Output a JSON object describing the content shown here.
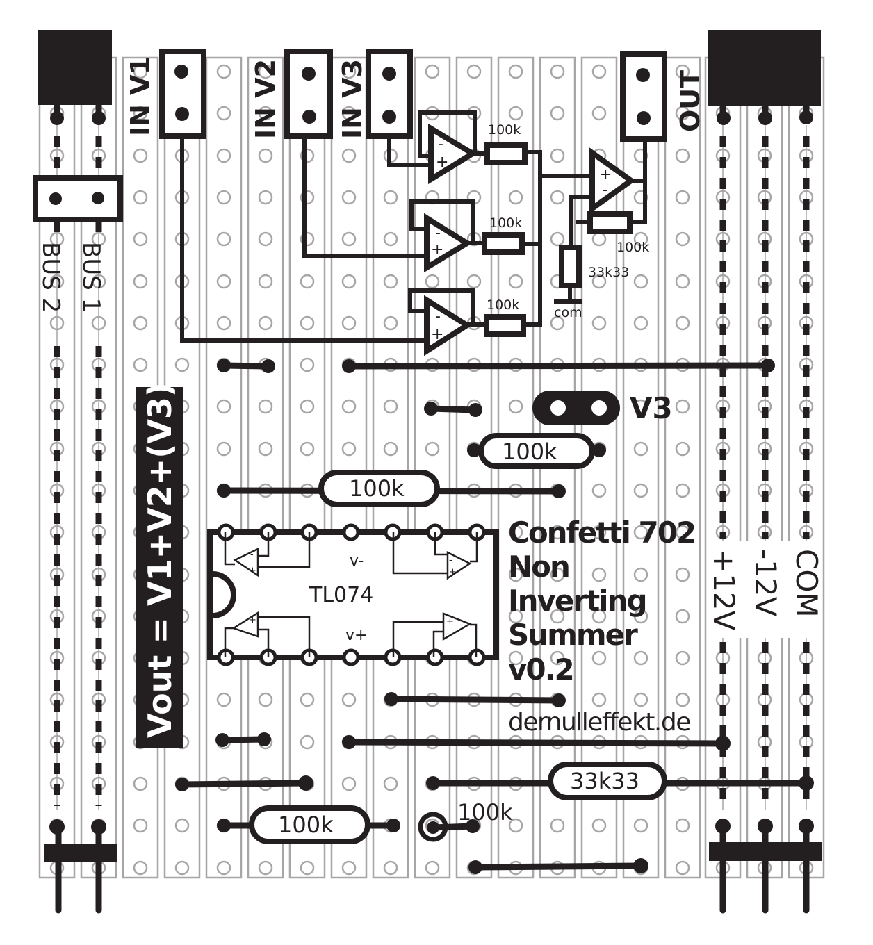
{
  "title": {
    "line1": "Confetti 702",
    "line2": "Non",
    "line3": "Inverting",
    "line4": "Summer",
    "line5": "v0.2"
  },
  "website": "dernulleffekt.de",
  "formula": "Vout = V1+V2+(V3)",
  "connectors": {
    "in_v1": "IN V1",
    "in_v2": "IN V2",
    "in_v3": "IN V3",
    "out": "OUT",
    "bus1": "BUS 1",
    "bus2": "BUS 2",
    "plus12": "+12V",
    "minus12": "-12V",
    "com": "COM"
  },
  "schematic": {
    "r1": "100k",
    "r2": "100k",
    "r3": "100k",
    "r_feedback": "100k",
    "r_ground": "33k33",
    "ground_label": "com"
  },
  "chip": {
    "name": "TL074",
    "vminus": "v-",
    "vplus": "v+",
    "plus": "+",
    "minus": "-"
  },
  "jumper_label": "V3",
  "components": {
    "res_a": "100k",
    "res_b": "100k",
    "res_c": "33k33",
    "res_d": "100k",
    "res_vertical": "100k"
  },
  "colors": {
    "ink": "#231f20",
    "strip": "#a7a5a6",
    "background": "#ffffff"
  }
}
